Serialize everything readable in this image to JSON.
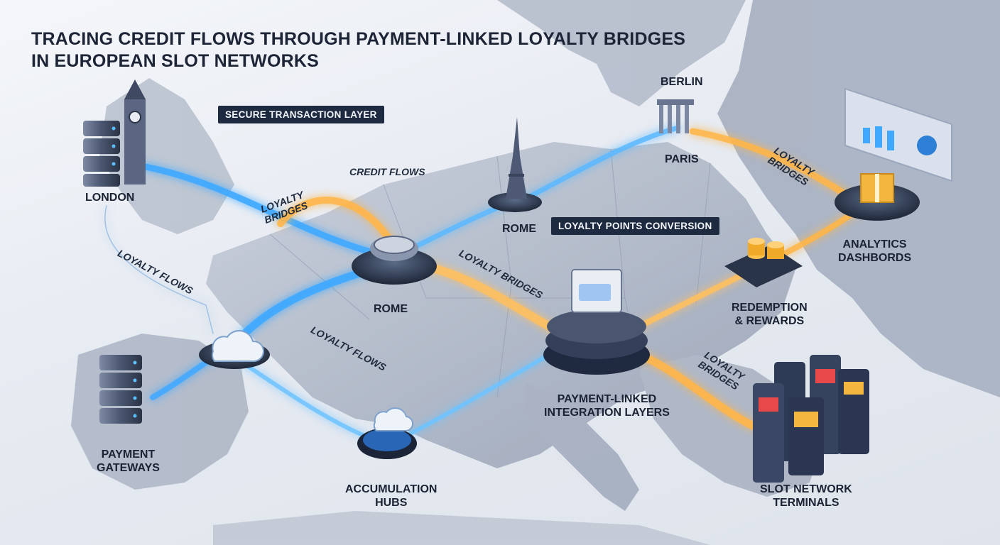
{
  "title": {
    "line1": "TRACING CREDIT FLOWS THROUGH PAYMENT-LINKED LOYALTY BRIDGES",
    "line2": "IN EUROPEAN SLOT NETWORKS"
  },
  "tags": {
    "secure": "SECURE TRANSACTION LAYER",
    "conversion": "LOYALTY POINTS CONVERSION"
  },
  "nodes": {
    "london": "LONDON",
    "berlin": "BERLIN",
    "paris": "PARIS",
    "rome_top": "ROME",
    "rome_center": "ROME",
    "analytics": [
      "ANALYTICS",
      "DASHBORDS"
    ],
    "redemption": [
      "REDEMPTION",
      "& REWARDS"
    ],
    "payment_gateways": [
      "PAYMENT",
      "GATEWAYS"
    ],
    "accumulation": [
      "ACCUMULATION",
      "HUBS"
    ],
    "integration": [
      "PAYMENT-LINKED",
      "INTEGRATION LAYERS"
    ],
    "terminals": [
      "SLOT NETWORK",
      "TERMINALS"
    ]
  },
  "flows": {
    "credit_flows": "CREDIT FLOWS",
    "loyalty_bridges_1": [
      "LOYALTY",
      "BRIDGES"
    ],
    "loyalty_bridges_2": "LOYALTY BRIDGES",
    "loyalty_bridges_3": [
      "LOYALTY",
      "BRIDGES"
    ],
    "loyalty_bridges_4": [
      "LOYALTY",
      "BRIDGES"
    ],
    "loyalty_flows_1": "LOYALTY FLOWS",
    "loyalty_flows_2": "LOYALTY FLOWS"
  },
  "colors": {
    "blue_flow": "#3fa8ff",
    "gold_flow": "#ffb547",
    "map_land": "#b9c1d0",
    "tag_bg": "#1e2a40"
  }
}
